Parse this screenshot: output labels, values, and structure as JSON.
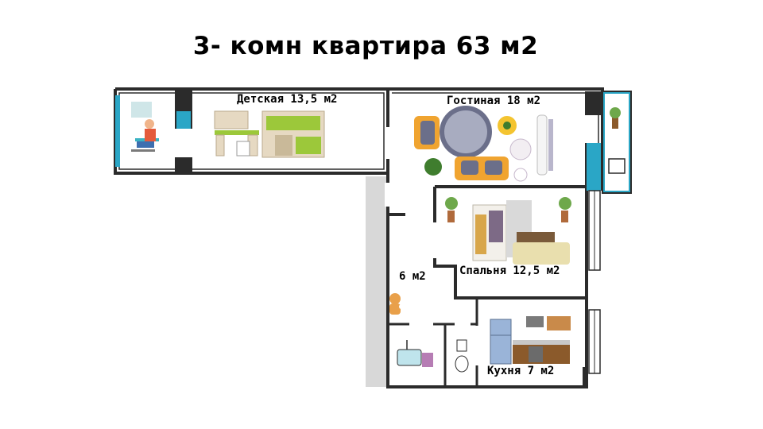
{
  "title": "3- комн квартира 63 м2",
  "rooms": {
    "kids": "Детская 13,5 м2",
    "living": "Гостиная 18 м2",
    "hall": "6 м2",
    "bedroom": "Спальня 12,5 м2",
    "kitchen": "Кухня 7 м2"
  },
  "colors": {
    "wall": "#2b2b2b",
    "window": "#2aa6c6",
    "wall_fill": "#d6d6d6",
    "furniture_green": "#9cc83a",
    "sofa": "#f0a430",
    "rug": "#6b6f8a"
  }
}
